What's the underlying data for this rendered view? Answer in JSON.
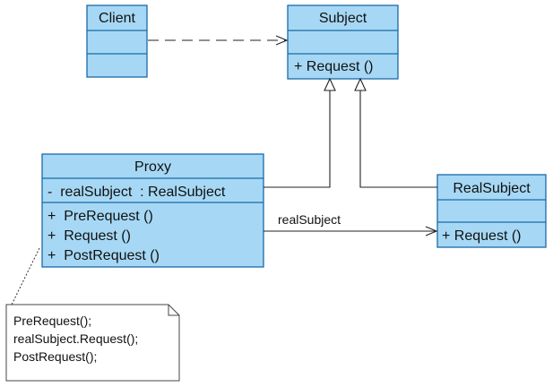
{
  "classes": {
    "client": {
      "name": "Client"
    },
    "subject": {
      "name": "Subject",
      "operations": [
        "+ Request ()"
      ]
    },
    "proxy": {
      "name": "Proxy",
      "attributes": [
        "-  realSubject  : RealSubject"
      ],
      "operations": [
        "+  PreRequest ()",
        "+  Request ()",
        "+  PostRequest ()"
      ]
    },
    "real_subject": {
      "name": "RealSubject",
      "operations": [
        "+ Request ()"
      ]
    }
  },
  "associations": {
    "proxy_to_real_subject": {
      "label": "realSubject"
    }
  },
  "note": {
    "lines": [
      "PreRequest();",
      "realSubject.Request();",
      "PostRequest();"
    ]
  },
  "colors": {
    "class_fill": "#a6d8f5",
    "class_border": "#1b6aa8",
    "connector": "#222222"
  }
}
